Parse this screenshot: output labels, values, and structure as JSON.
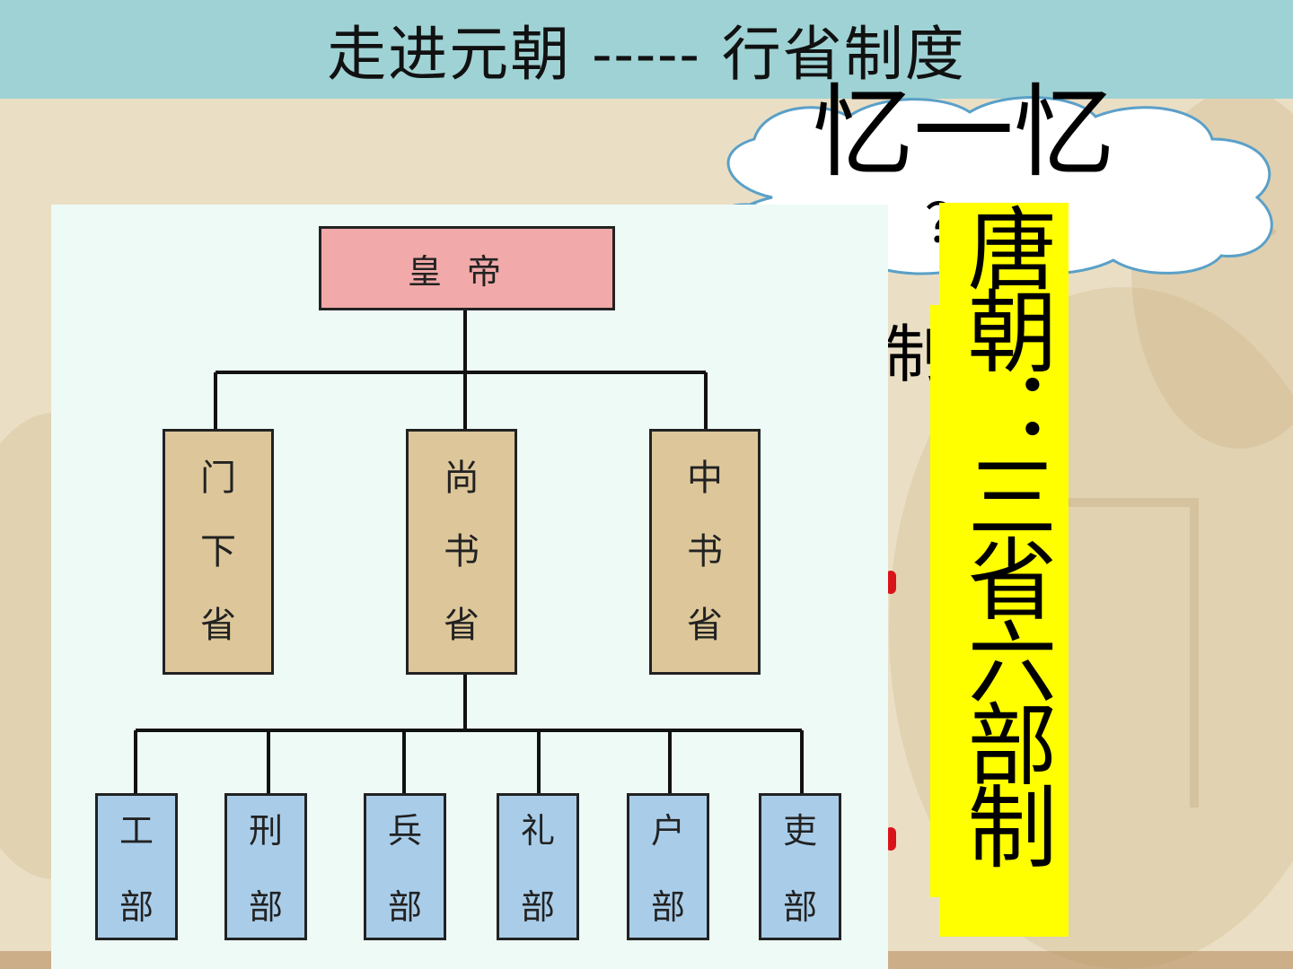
{
  "slide": {
    "title": "走进元朝 ----- 行省制度",
    "cloud_text": "忆一忆",
    "cloud_mark": "？",
    "hidden_fragment": "制",
    "callout_text": "唐朝：三省六部制"
  },
  "diagram": {
    "top": {
      "label": "皇帝"
    },
    "middle": [
      {
        "chars": [
          "门",
          "下",
          "省"
        ]
      },
      {
        "chars": [
          "尚",
          "书",
          "省"
        ]
      },
      {
        "chars": [
          "中",
          "书",
          "省"
        ]
      }
    ],
    "bottom": [
      {
        "chars": [
          "工",
          "部"
        ]
      },
      {
        "chars": [
          "刑",
          "部"
        ]
      },
      {
        "chars": [
          "兵",
          "部"
        ]
      },
      {
        "chars": [
          "礼",
          "部"
        ]
      },
      {
        "chars": [
          "户",
          "部"
        ]
      },
      {
        "chars": [
          "吏",
          "部"
        ]
      }
    ]
  },
  "colors": {
    "title_bar": "#9fd2d4",
    "emperor_box": "#f1a9a9",
    "province_box": "#ddc79a",
    "ministry_box": "#a9cde9",
    "callout": "#ffff00",
    "diagram_bg": "#eefaf5"
  }
}
